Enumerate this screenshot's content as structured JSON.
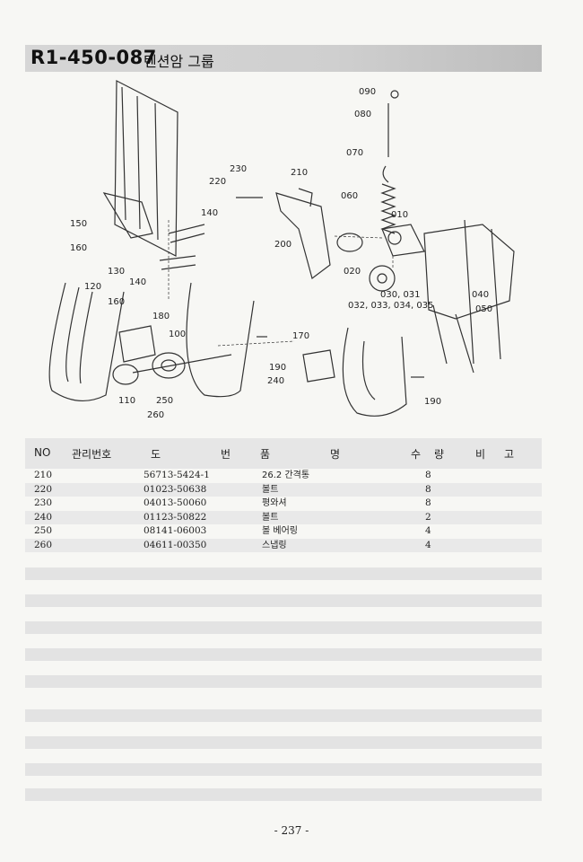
{
  "title": {
    "code": "R1-450-087",
    "name": "텐션암 그룹"
  },
  "callouts": [
    "090",
    "080",
    "070",
    "060",
    "010",
    "230",
    "220",
    "210",
    "150",
    "140",
    "160",
    "130",
    "120",
    "140",
    "160",
    "200",
    "020",
    "030, 031",
    "032, 033, 034, 035",
    "050",
    "040",
    "180",
    "100",
    "170",
    "190",
    "240",
    "110",
    "250",
    "260",
    "190"
  ],
  "table": {
    "headers": {
      "no": "NO",
      "mgmt": "관리번호",
      "dwg1": "도",
      "dwg2": "번",
      "name1": "품",
      "name2": "명",
      "qty1": "수",
      "qty2": "량",
      "note1": "비",
      "note2": "고"
    },
    "rows": [
      {
        "no": "210",
        "part": "56713-5424-1",
        "name": "26.2 간격통",
        "qty": "8"
      },
      {
        "no": "220",
        "part": "01023-50638",
        "name": "볼트",
        "qty": "8"
      },
      {
        "no": "230",
        "part": "04013-50060",
        "name": "평와셔",
        "qty": "8"
      },
      {
        "no": "240",
        "part": "01123-50822",
        "name": "볼트",
        "qty": "2"
      },
      {
        "no": "250",
        "part": "08141-06003",
        "name": "볼 베어링",
        "qty": "4"
      },
      {
        "no": "260",
        "part": "04611-00350",
        "name": "스냅링",
        "qty": "4"
      }
    ]
  },
  "page_number": "- 237 -"
}
